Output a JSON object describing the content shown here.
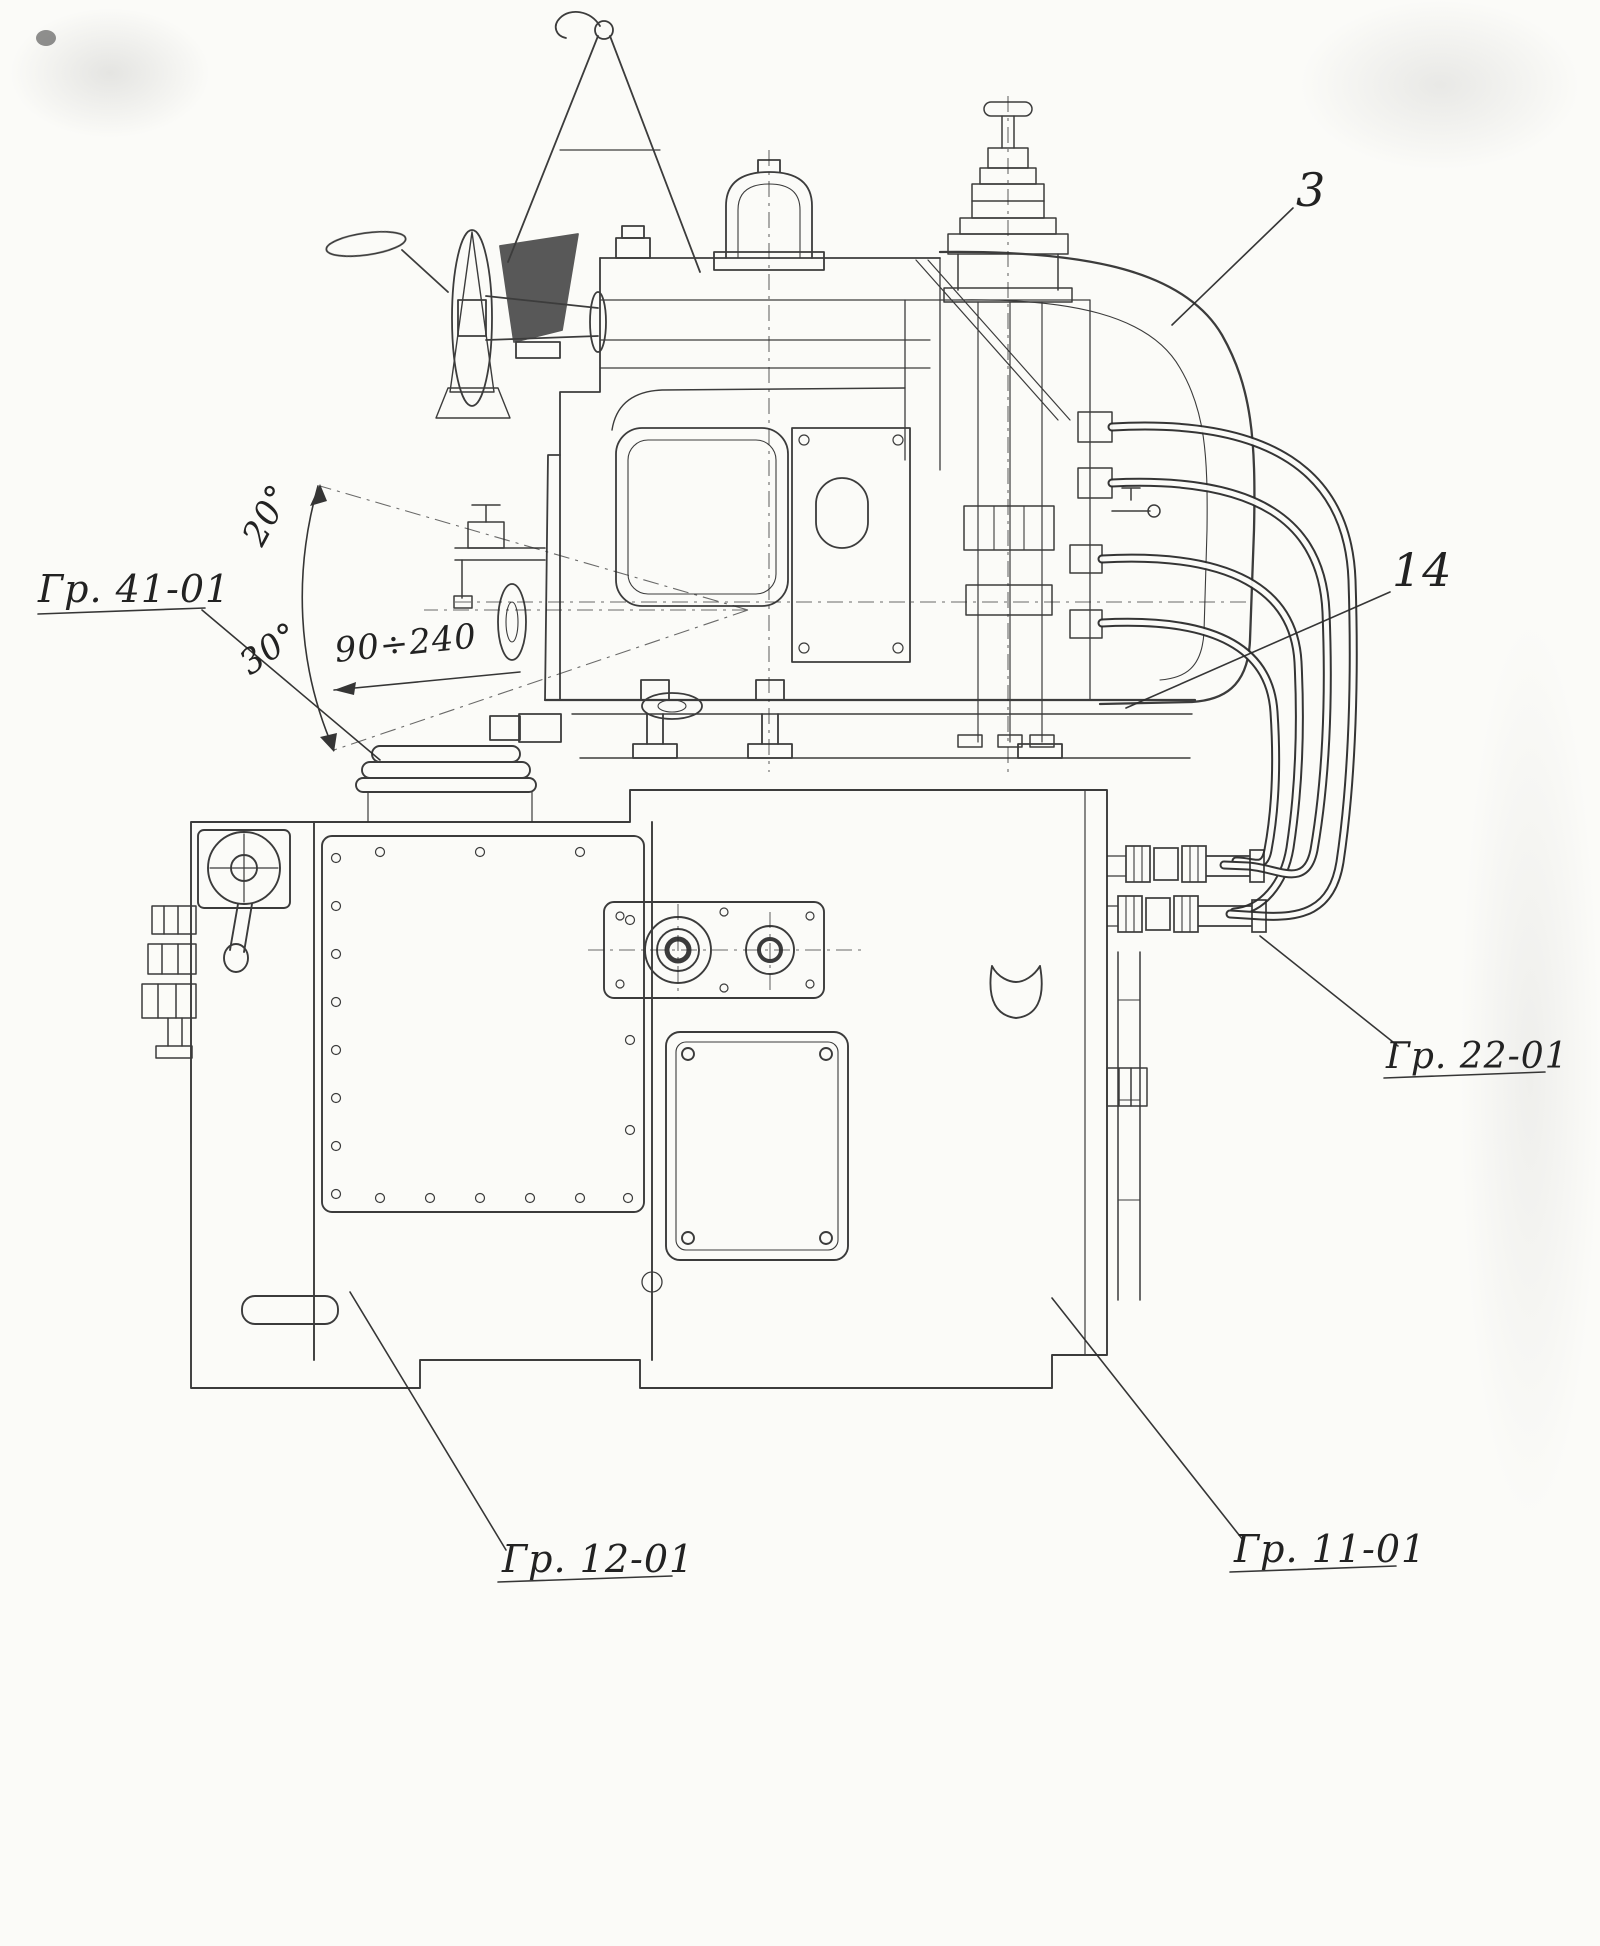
{
  "drawing": {
    "type": "technical-drawing",
    "callouts": {
      "part_3": "3",
      "part_14": "14",
      "group_41_01": "Гр. 41-01",
      "group_22_01": "Гр. 22-01",
      "group_12_01": "Гр. 12-01",
      "group_11_01": "Гр. 11-01"
    },
    "dimensions": {
      "swivel_angle_upper": "20°",
      "swivel_angle_lower": "30°",
      "stroke_range": "90÷240"
    },
    "colors": {
      "ink": "#2b2b2b",
      "paper": "#fbfbf8"
    }
  }
}
